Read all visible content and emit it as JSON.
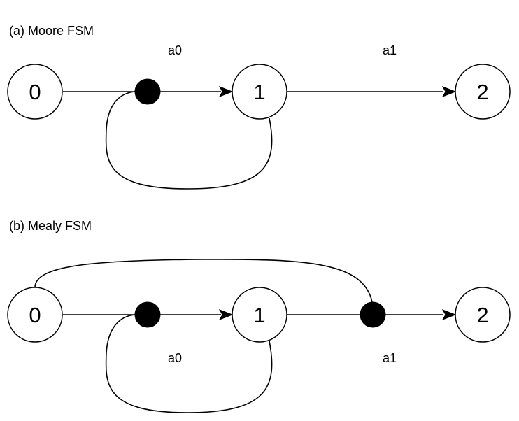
{
  "figure": {
    "colors": {
      "stroke": "#000000",
      "fill": "#ffffff",
      "junction": "#000000"
    },
    "moore": {
      "caption": "(a) Moore FSM",
      "states": [
        "0",
        "1",
        "2"
      ],
      "labels": {
        "a0": "a0",
        "a1": "a1"
      }
    },
    "mealy": {
      "caption": "(b) Mealy FSM",
      "states": [
        "0",
        "1",
        "2"
      ],
      "labels": {
        "a0": "a0",
        "a1": "a1"
      }
    }
  }
}
